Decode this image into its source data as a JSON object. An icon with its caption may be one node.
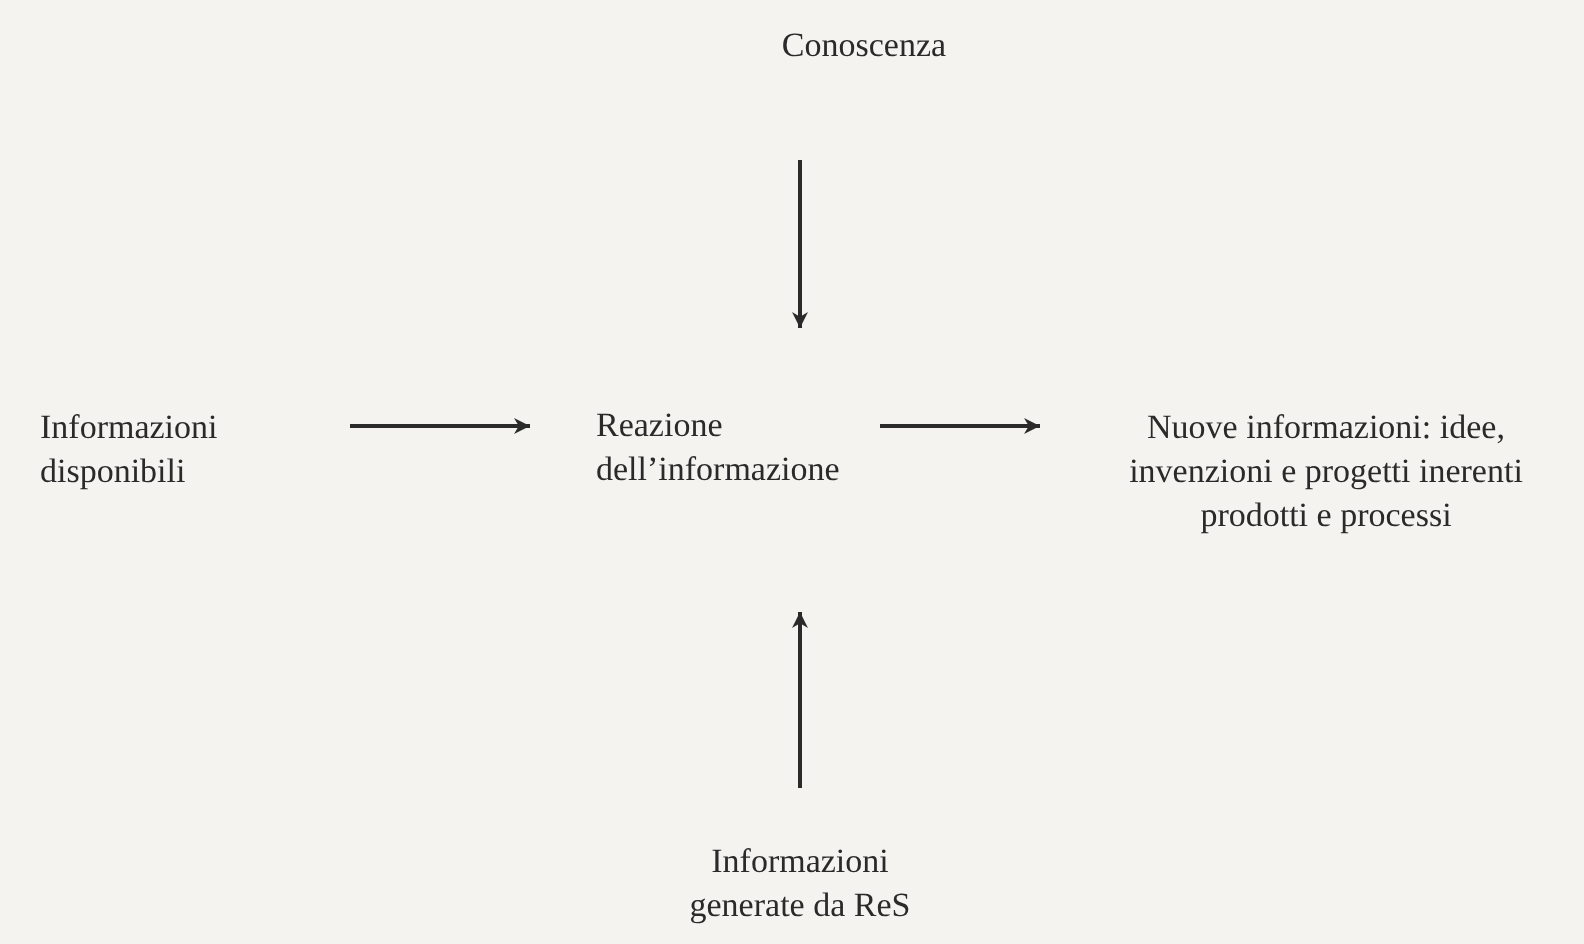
{
  "diagram": {
    "nodes": [
      {
        "text": [
          "Conoscenza"
        ]
      },
      {
        "text": [
          "Informazioni disponibili"
        ]
      },
      {
        "text": [
          "Reazione dell’informazione"
        ]
      },
      {
        "text": [
          "Nuove informazioni: idee, invenzioni e progetti inerenti prodotti e processi"
        ]
      },
      {
        "text": [
          "Informazioni generate da ReS"
        ]
      }
    ],
    "edges": [
      {
        "from": 0,
        "to": 2,
        "arrow": "to"
      },
      {
        "from": 1,
        "to": 2,
        "arrow": "to"
      },
      {
        "from": 2,
        "to": 3,
        "arrow": "to"
      },
      {
        "from": 4,
        "to": 2,
        "arrow": "to"
      }
    ]
  }
}
